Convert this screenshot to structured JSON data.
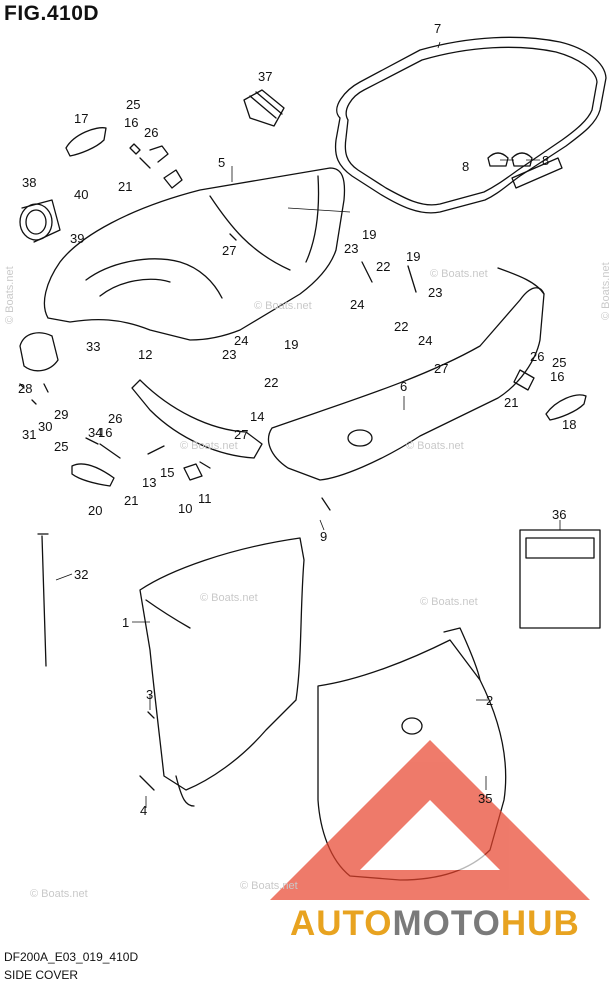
{
  "figure": {
    "title": "FIG.410D",
    "model_code": "DF200A_E03_019_410D",
    "section_name": "SIDE COVER"
  },
  "callouts": [
    "1",
    "2",
    "3",
    "4",
    "5",
    "6",
    "7",
    "8",
    "8",
    "9",
    "10",
    "11",
    "12",
    "13",
    "14",
    "15",
    "16",
    "16",
    "16",
    "17",
    "18",
    "19",
    "19",
    "19",
    "20",
    "21",
    "21",
    "21",
    "21",
    "22",
    "22",
    "22",
    "23",
    "23",
    "23",
    "23",
    "24",
    "24",
    "24",
    "25",
    "25",
    "25",
    "26",
    "26",
    "26",
    "27",
    "27",
    "27",
    "28",
    "29",
    "30",
    "31",
    "32",
    "33",
    "34",
    "35",
    "36",
    "37",
    "38",
    "39",
    "40"
  ],
  "watermarks": [
    "© Boats.net",
    "© Boats.net",
    "© Boats.net",
    "© Boats.net",
    "© Boats.net",
    "© Boats.net",
    "© Boats.net",
    "© Boats.net",
    "© Boats.net",
    "© Boats.net"
  ],
  "brand": {
    "part1": "AUTO",
    "part2": "MOTO",
    "part3": "HUB"
  },
  "colors": {
    "line": "#111111",
    "watermark": "#c9c9c9",
    "logo_red": "#e8432c",
    "brand_orange": "#e8a320",
    "brand_gray": "#7a7a7a"
  }
}
